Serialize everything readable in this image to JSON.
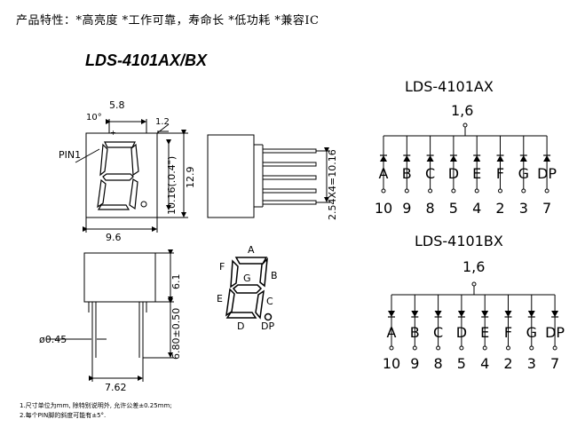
{
  "header": {
    "features": "产品特性：*高亮度 *工作可靠，寿命长 *低功耗 *兼容IC",
    "model_title": "LDS-4101AX/BX"
  },
  "front_view": {
    "dim_top_width": "5.8",
    "dim_angle": "10°",
    "dim_side_small": "1.2",
    "pin1_label": "PIN1",
    "dim_bottom_width": "9.6",
    "dim_char_height": "10.16(.0.4\")",
    "dim_total_height": "12.9"
  },
  "side_view": {
    "dim_pitch": "2.54X4=10.16"
  },
  "pin_view": {
    "dim_pin_dia": "ø0.45",
    "dim_pin_width": "7.62",
    "dim_body_height": "6.1",
    "dim_pin_length": "6.80±0.50"
  },
  "segment_diagram": {
    "labels": [
      "A",
      "B",
      "C",
      "D",
      "E",
      "F",
      "G",
      "DP"
    ]
  },
  "schematic_ax": {
    "title": "LDS-4101AX",
    "common_pins": "1,6",
    "segments": [
      "A",
      "B",
      "C",
      "D",
      "E",
      "F",
      "G",
      "DP"
    ],
    "pins": [
      "10",
      "9",
      "8",
      "5",
      "4",
      "2",
      "3",
      "7"
    ]
  },
  "schematic_bx": {
    "title": "LDS-4101BX",
    "common_pins": "1,6",
    "segments": [
      "A",
      "B",
      "C",
      "D",
      "E",
      "F",
      "G",
      "DP"
    ],
    "pins": [
      "10",
      "9",
      "8",
      "5",
      "4",
      "2",
      "3",
      "7"
    ]
  },
  "notes": {
    "line1": "1.尺寸单位为mm, 除特别说明外, 允许公差±0.25mm;",
    "line2": "2.每个PIN脚的斜度可能有±5°."
  }
}
